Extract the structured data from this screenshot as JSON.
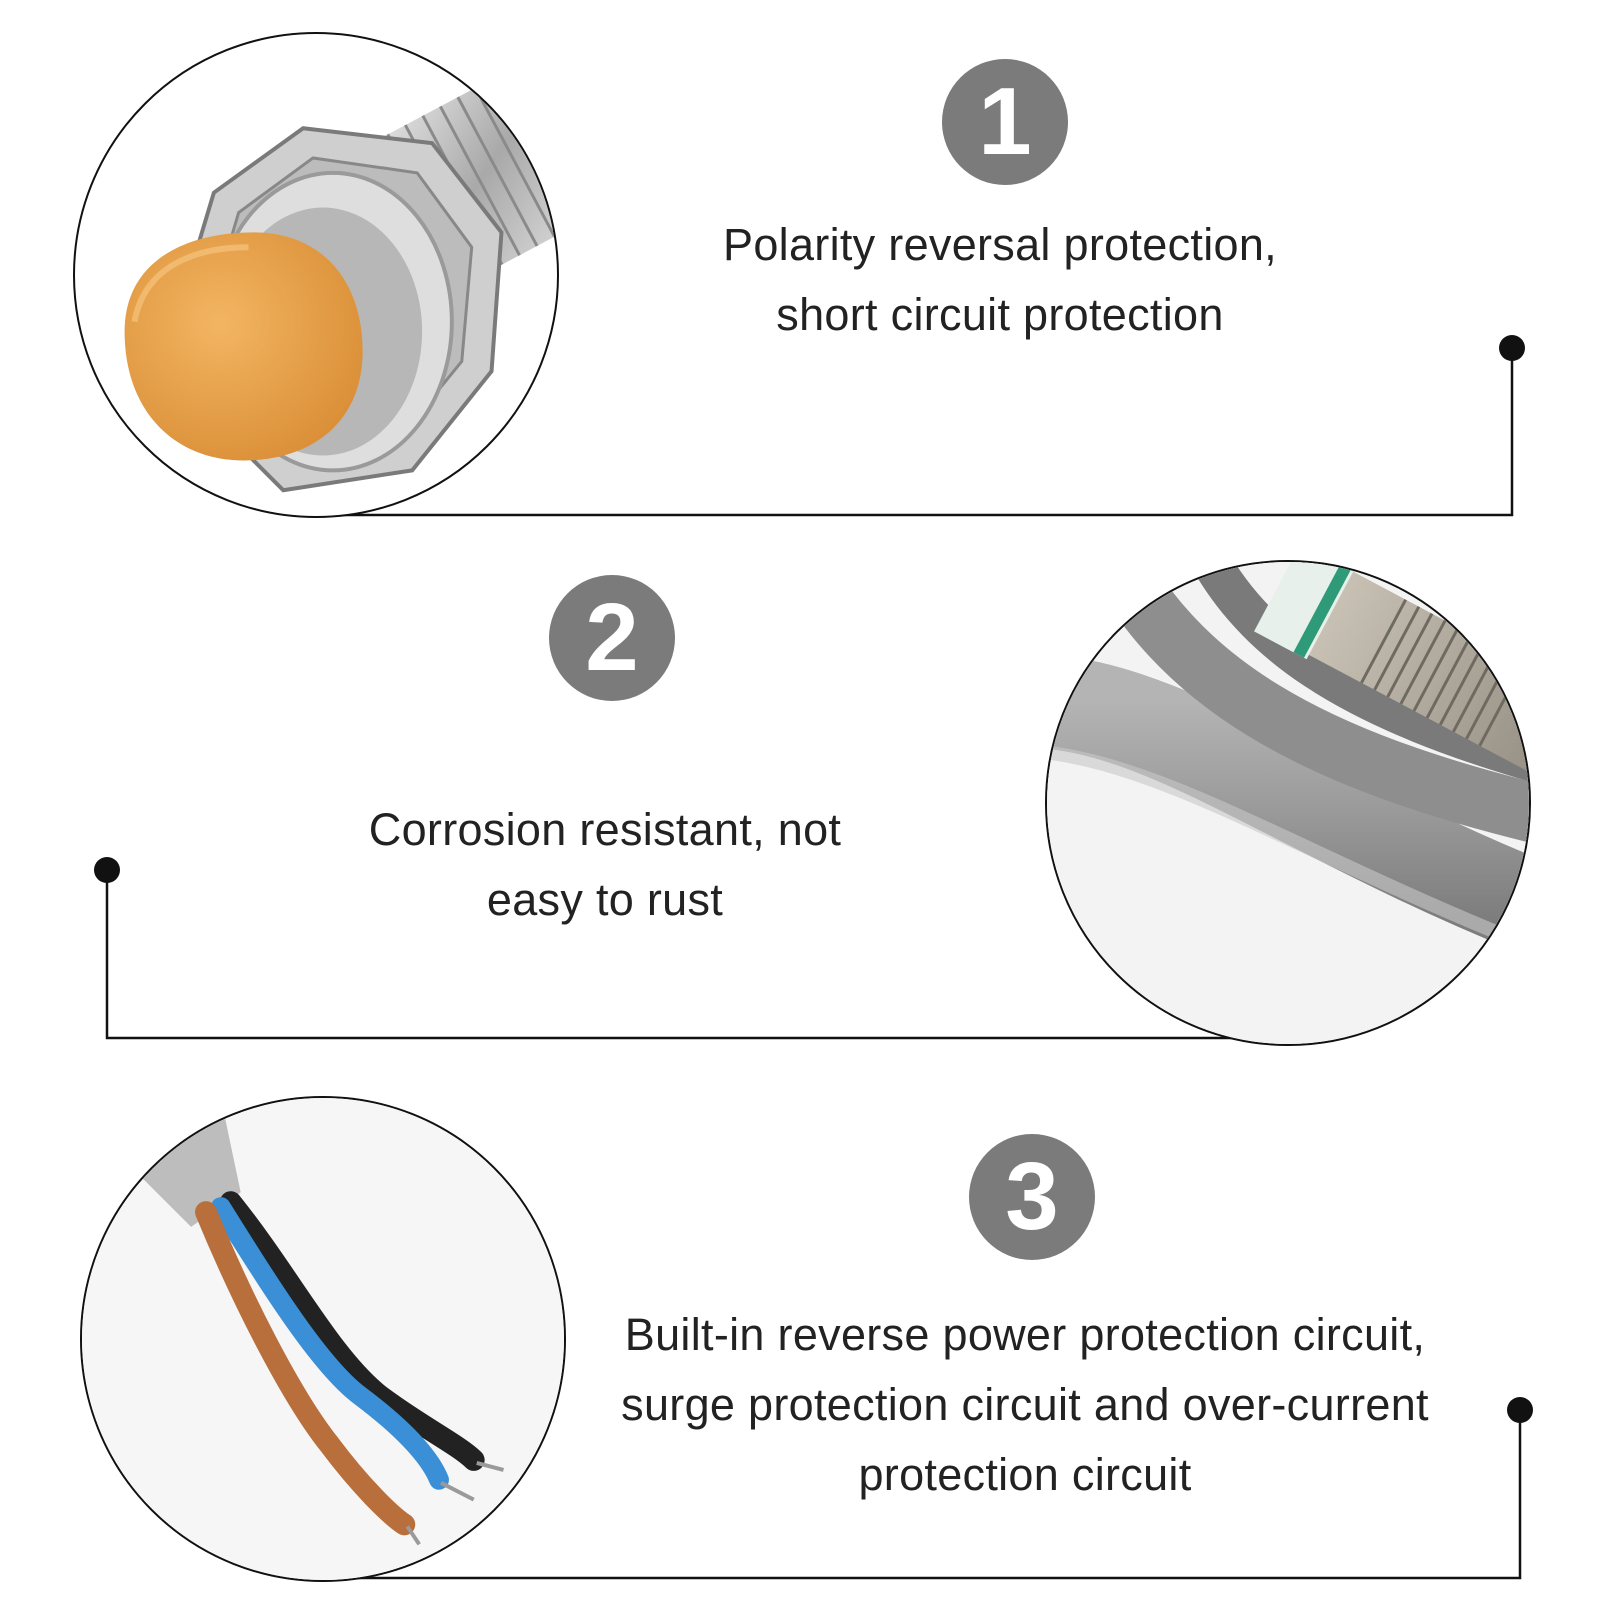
{
  "features": [
    {
      "number": "1",
      "lines": [
        "Polarity reversal protection,",
        "short circuit protection"
      ],
      "image_icon": "sensor-orange-head-icon"
    },
    {
      "number": "2",
      "lines": [
        "Corrosion resistant, not",
        "easy to rust"
      ],
      "image_icon": "grey-cable-icon"
    },
    {
      "number": "3",
      "lines": [
        "Built-in reverse power protection circuit,",
        "surge protection circuit and over-current",
        "protection circuit"
      ],
      "image_icon": "stripped-wires-icon"
    }
  ],
  "colors": {
    "badge": "#7b7b7b",
    "line": "#111111",
    "sensor_cap": "#e8a148",
    "cable": "#9a9a9a",
    "wire_brown": "#b86f3c",
    "wire_blue": "#3f8fd6",
    "wire_black": "#222222"
  }
}
